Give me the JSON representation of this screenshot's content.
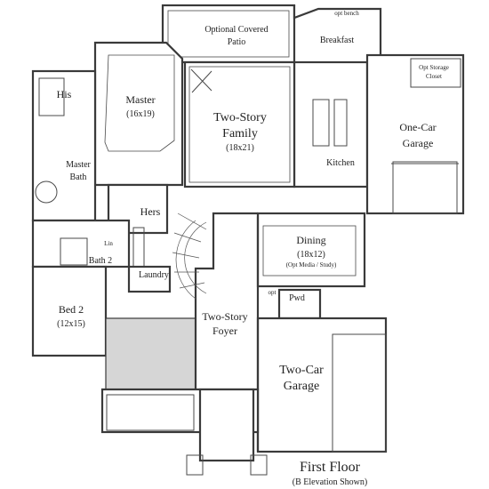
{
  "rooms": {
    "patio": {
      "line1": "Optional Covered",
      "line2": "Patio"
    },
    "breakfast": "Breakfast",
    "opt_bench": "opt bench",
    "opt_storage": {
      "line1": "Opt Storage",
      "line2": "Closet"
    },
    "one_car": {
      "line1": "One-Car",
      "line2": "Garage"
    },
    "his": "His",
    "master": {
      "name": "Master",
      "size": "(16x19)"
    },
    "family": {
      "line1": "Two-Story",
      "line2": "Family",
      "size": "(18x21)"
    },
    "kitchen": "Kitchen",
    "master_bath": {
      "line1": "Master",
      "line2": "Bath"
    },
    "hers": "Hers",
    "dining": {
      "name": "Dining",
      "size": "(18x12)",
      "note": "(Opt Media / Study)"
    },
    "bath2": "Bath 2",
    "lin": "Lin",
    "laundry": "Laundry",
    "bed2": {
      "name": "Bed 2",
      "size": "(12x15)"
    },
    "opt": "opt",
    "pwd": "Pwd",
    "foyer": {
      "line1": "Two-Story",
      "line2": "Foyer"
    },
    "two_car": {
      "line1": "Two-Car",
      "line2": "Garage"
    }
  },
  "caption": {
    "title": "First Floor",
    "subtitle": "(B Elevation Shown)"
  }
}
